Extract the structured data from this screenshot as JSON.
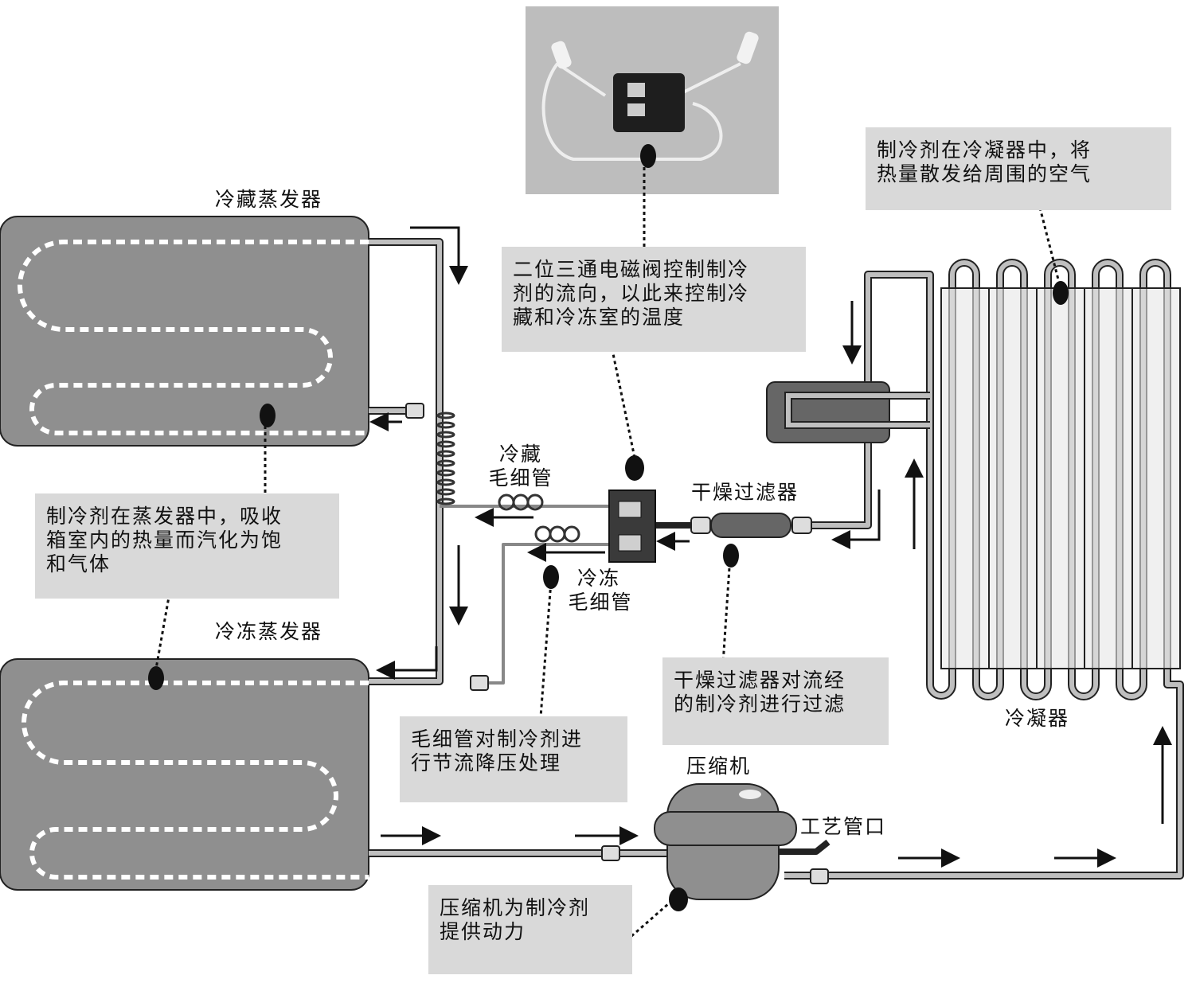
{
  "labels": {
    "fridge_evaporator": "冷藏蒸发器",
    "freezer_evaporator": "冷冻蒸发器",
    "fridge_capillary_1": "冷藏",
    "fridge_capillary_2": "毛细管",
    "freezer_capillary_1": "冷冻",
    "freezer_capillary_2": "毛细管",
    "drier_filter": "干燥过滤器",
    "condenser": "冷凝器",
    "compressor": "压缩机",
    "process_port": "工艺管口"
  },
  "notes": {
    "solenoid": [
      "二位三通电磁阀控制制冷",
      "剂的流向，以此来控制冷",
      "藏和冷冻室的温度"
    ],
    "condenser": [
      "制冷剂在冷凝器中，将",
      "热量散发给周围的空气"
    ],
    "evaporator": [
      "制冷剂在蒸发器中，吸收",
      "箱室内的热量而汽化为饱",
      "和气体"
    ],
    "filter": [
      "干燥过滤器对流经",
      "的制冷剂进行过滤"
    ],
    "capillary": [
      "毛细管对制冷剂进",
      "行节流降压处理"
    ],
    "compressor": [
      "压缩机为制冷剂",
      "提供动力"
    ]
  },
  "colors": {
    "box_fill": "#8f8f8f",
    "pipe": "#9c9c9c",
    "note_bg": "#d9d9d9",
    "photo_bg": "#bdbdbd"
  }
}
